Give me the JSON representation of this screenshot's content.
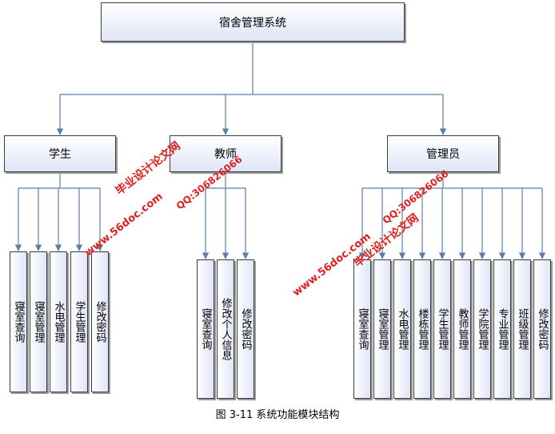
{
  "root": {
    "label": "宿舍管理系统"
  },
  "modules": [
    {
      "label": "学生",
      "children": [
        "寝室查询",
        "寝室管理",
        "水电管理",
        "学生管理",
        "修改密码"
      ]
    },
    {
      "label": "教师",
      "children": [
        "寝室查询",
        "修改个人信息",
        "修改密码"
      ]
    },
    {
      "label": "管理员",
      "children": [
        "寝室查询",
        "寝室管理",
        "水电管理",
        "楼栋管理",
        "学生管理",
        "教师管理",
        "学院管理",
        "专业管理",
        "班级管理",
        "修改密码"
      ]
    }
  ],
  "caption": "图 3-11 系统功能模块结构",
  "watermarks": [
    {
      "site_name": "毕业设计论文网",
      "qq": "QQ:306826066",
      "url": "www.56doc.com"
    },
    {
      "site_name": "毕业设计论文网",
      "qq": "QQ:306826066",
      "url": "www.56doc.com"
    }
  ],
  "colors": {
    "connector": "#5b7fa6",
    "box_border": "#3a3a3a",
    "watermark": "#e02020"
  }
}
